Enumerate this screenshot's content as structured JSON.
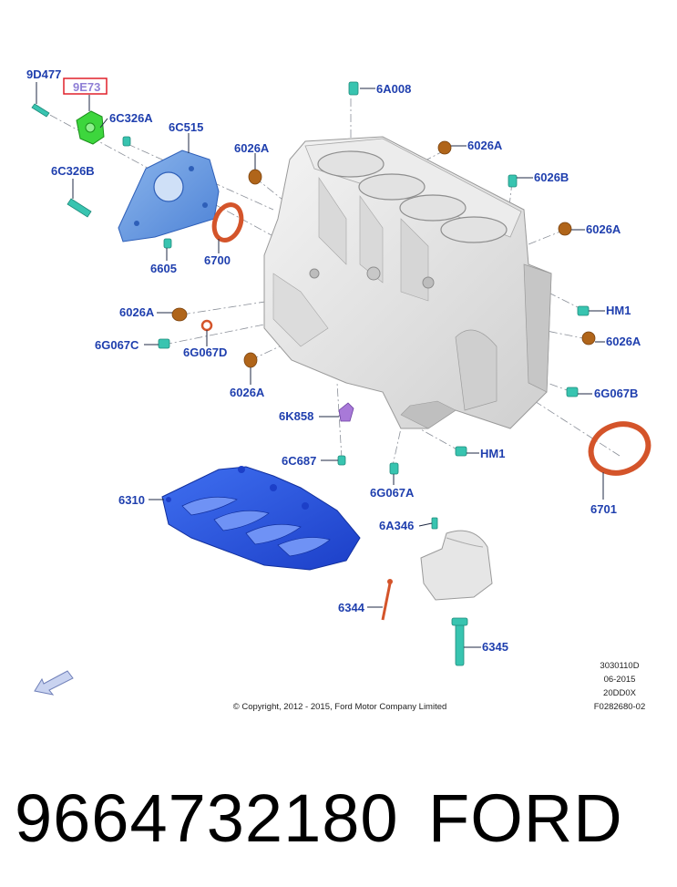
{
  "callouts": {
    "p9d477": "9D477",
    "p9e73": "9E73",
    "p6c326a": "6C326A",
    "p6c515": "6C515",
    "p6c326b": "6C326B",
    "p6605": "6605",
    "p6700": "6700",
    "p6026a_1": "6026A",
    "p6a008": "6A008",
    "p6026a_2": "6026A",
    "p6026b": "6026B",
    "p6026a_3": "6026A",
    "p6026a_4": "6026A",
    "phm1_1": "HM1",
    "p6g067c": "6G067C",
    "p6g067d": "6G067D",
    "p6026a_5": "6026A",
    "p6026a_6": "6026A",
    "p6g067b": "6G067B",
    "p6k858": "6K858",
    "phm1_2": "HM1",
    "p6c687": "6C687",
    "p6g067a": "6G067A",
    "p6701": "6701",
    "p6310": "6310",
    "p6a346": "6A346",
    "p6344": "6344",
    "p6345": "6345"
  },
  "info": {
    "code1": "3030110D",
    "date": "06-2015",
    "code2": "20DD0X",
    "code3": "F0282680-02",
    "copyright": "© Copyright, 2012 - 2015, Ford Motor Company Limited"
  },
  "caption": {
    "part_number": "9664732180",
    "brand": "FORD"
  },
  "colors": {
    "label_blue": "#1f3fae",
    "highlight_box": "#e0202a",
    "oil_pan_blue": "#2f5be8",
    "cover_blue": "#6f9ee0",
    "pump_green": "#3dd63d",
    "plug_orange": "#b0651a",
    "bolt_teal": "#38c4b0",
    "seal_red": "#d4542a"
  }
}
